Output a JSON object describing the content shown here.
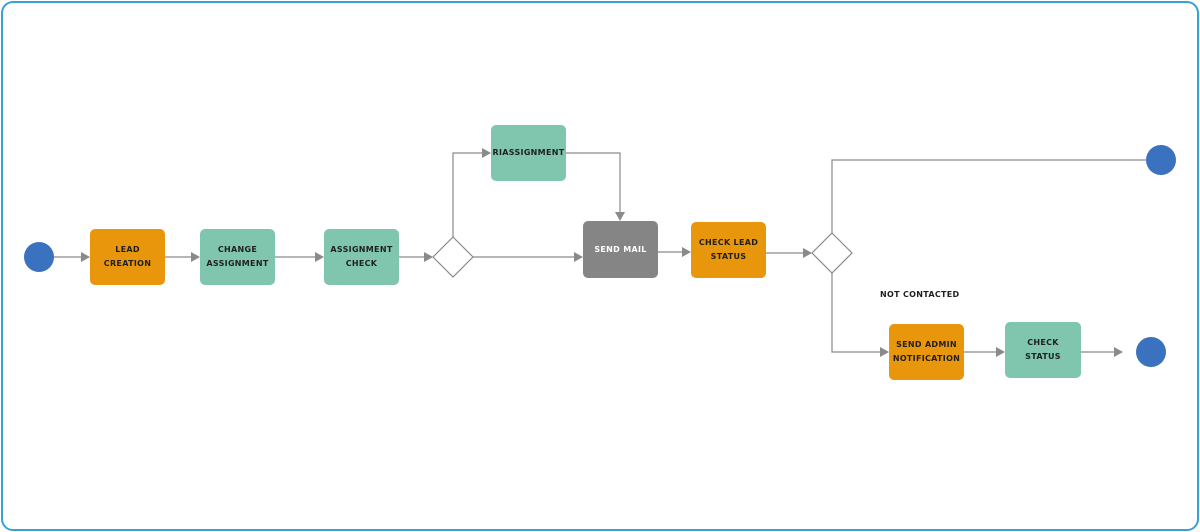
{
  "nodes": {
    "lead_creation": "LEAD CREATION",
    "change_assignment": "CHANGE\nASSIGNMENT",
    "assignment_check": "ASSIGNMENT\nCHECK",
    "riassignment": "RIASSIGNMENT",
    "send_mail": "SEND MAIL",
    "check_lead_status": "CHECK LEAD\nSTATUS",
    "send_admin_notification": "SEND ADMIN\nNOTIFICATION",
    "check_status": "CHECK STATUS"
  },
  "labels": {
    "not_contacted": "NOT CONTACTED"
  },
  "colors": {
    "frame": "#3aa0d8",
    "task_orange": "#e8960c",
    "task_green": "#80c6ae",
    "task_gray": "#858585",
    "event_circle": "#3b72c0",
    "connector": "#8a8a8a"
  }
}
